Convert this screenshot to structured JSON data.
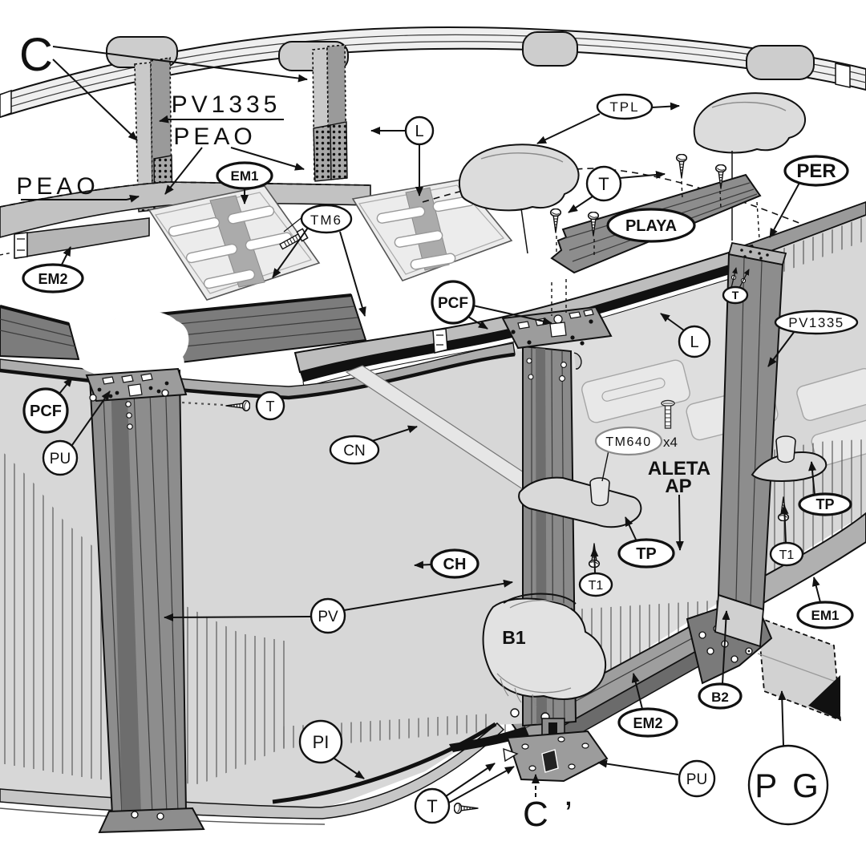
{
  "colors": {
    "ink": "#111111",
    "paper": "#ffffff",
    "metal_dark": "#7c7c7c",
    "metal_mid": "#9c9c9c",
    "metal_light": "#d9d9d9",
    "wall_gray": "#d7d7d7",
    "muted_label_gray": "#8a8a8a"
  },
  "labels": {
    "c": "C",
    "pv1335_top": "PV1335",
    "peao_mid": "PEAO",
    "peao_left": "PEAO",
    "em1_top": "EM1",
    "tm6": "TM6",
    "l_top": "L",
    "tpl": "TPL",
    "t_top": "T",
    "playa": "PLAYA",
    "per": "PER",
    "t_post": "T",
    "pv1335_right": "PV1335",
    "pcf_mid": "PCF",
    "l_mid": "L",
    "pcf_left": "PCF",
    "pu_left": "PU",
    "t_left": "T",
    "cn": "CN",
    "tm640": "TM640",
    "x4": "x4",
    "aleta_line1": "ALETA",
    "aleta_line2": "AP",
    "tp_left": "TP",
    "tp_right": "TP",
    "t1_left": "T1",
    "t1_right": "T1",
    "ch": "CH",
    "pv": "PV",
    "b1": "B1",
    "pi": "PI",
    "t_bottom": "T",
    "c_prime": "C ’",
    "pu_bottom": "PU",
    "em2_left": "EM2",
    "em2_bottom": "EM2",
    "b2": "B2",
    "pg": "P G",
    "em1_bottom": "EM1"
  }
}
